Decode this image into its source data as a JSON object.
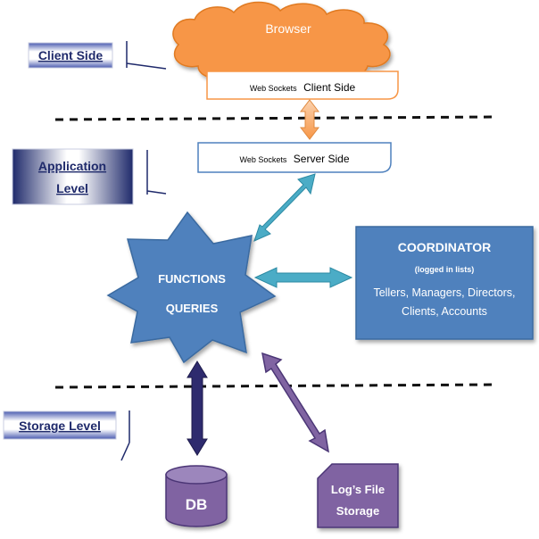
{
  "layers": {
    "client": "Client Side",
    "application": [
      "Application",
      "Level"
    ],
    "storage": "Storage Level"
  },
  "browser": {
    "label": "Browser"
  },
  "ws_client": {
    "small": "Web Sockets",
    "big": "Client Side"
  },
  "ws_server": {
    "small": "Web Sockets",
    "big": "Server Side"
  },
  "functions": {
    "line1": "FUNCTIONS",
    "line2": "QUERIES"
  },
  "coordinator": {
    "title": "COORDINATOR",
    "subtitle": "(logged in lists)",
    "line1": "Tellers, Managers, Directors,",
    "line2": "Clients, Accounts"
  },
  "db": {
    "label": "DB"
  },
  "logs": {
    "line1": "Log’s File",
    "line2": "Storage"
  },
  "colors": {
    "browser_fill": "#f79646",
    "ws_client_stroke": "#f79646",
    "ws_server_stroke": "#4f81bd",
    "functions_fill": "#4f81bd",
    "coordinator_fill": "#4f81bd",
    "storage_fill": "#8064a2",
    "teal_arrow": "#4bacc6",
    "navy_arrow": "#2e2b6e",
    "layer_label_dark": "#1f2a6b"
  }
}
